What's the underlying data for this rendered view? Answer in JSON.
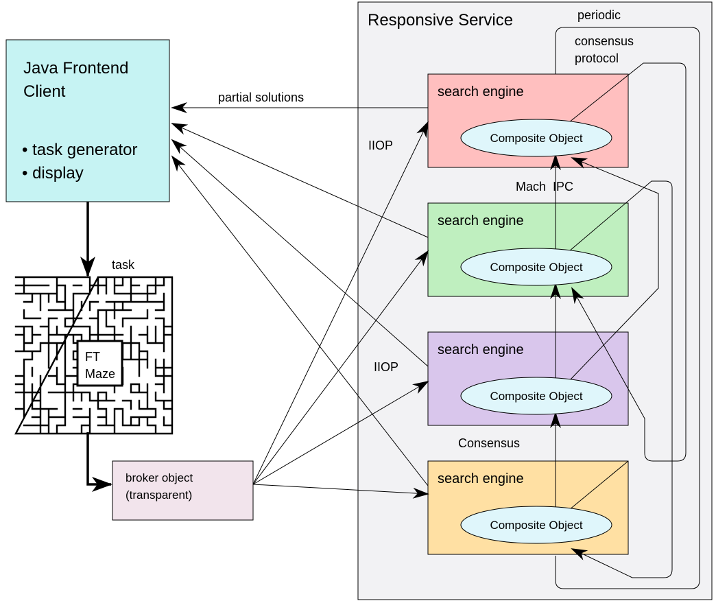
{
  "service": {
    "title": "Responsive Service"
  },
  "client": {
    "title_line1": "Java Frontend",
    "title_line2": "Client",
    "bullet1": "• task generator",
    "bullet2": "• display"
  },
  "engines": [
    {
      "label": "search engine",
      "object": "Composite Object",
      "color": "#ffbfbf"
    },
    {
      "label": "search engine",
      "object": "Composite Object",
      "color": "#bfefbf"
    },
    {
      "label": "search engine",
      "object": "Composite Object",
      "color": "#d9c6ec"
    },
    {
      "label": "search engine",
      "object": "Composite Object",
      "color": "#ffe0a3"
    }
  ],
  "maze": {
    "line1": "FT",
    "line2": "Maze"
  },
  "broker": {
    "line1": "broker object",
    "line2": "(transparent)"
  },
  "labels": {
    "partial_solutions": "partial solutions",
    "task": "task",
    "iiop_top": "IIOP",
    "iiop_mid": "IIOP",
    "mach_ipc": "Mach  IPC",
    "consensus": "Consensus",
    "periodic": "periodic",
    "consensus_word": "consensus",
    "protocol": "protocol"
  },
  "colors": {
    "client_fill": "#c6f3f3",
    "broker_fill": "#f2e4ec",
    "service_fill": "#f2f2f4",
    "ellipse_fill": "#dff6fb"
  }
}
